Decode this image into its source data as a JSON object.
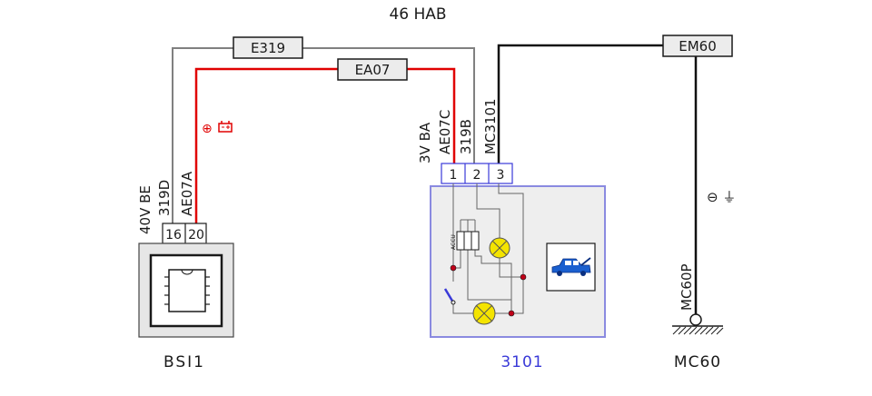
{
  "diagram_title": "46 HAB",
  "connectors": {
    "e319": "E319",
    "ea07": "EA07",
    "em60": "EM60"
  },
  "bsi": {
    "name": "BSI1",
    "pin_a": "16",
    "pin_b": "20",
    "connector_label": "40V  BE",
    "wire_a": "319D",
    "wire_b": "AE07A",
    "supply_symbol": "⊕",
    "supply_color": "#e00000"
  },
  "component": {
    "name": "3101",
    "name_color": "#3a3ad8",
    "pin_1": "1",
    "pin_2": "2",
    "pin_3": "3",
    "connector_label": "3V  BA",
    "wire_1": "AE07C",
    "wire_2": "319B",
    "wire_3": "MC3101",
    "accu_label": "ACCU",
    "icon": "car-hood-open-icon",
    "frame_color": "#8a8ae0"
  },
  "ground": {
    "name": "MC60",
    "point_label": "MC60P",
    "symbol": "⊖ ⏚"
  },
  "colors": {
    "wire_grey": "#808080",
    "wire_red": "#e00000",
    "wire_black": "#111111",
    "lamp_fill": "#f4e400",
    "junction": "#c00018",
    "car_blue": "#1a5fcf"
  }
}
